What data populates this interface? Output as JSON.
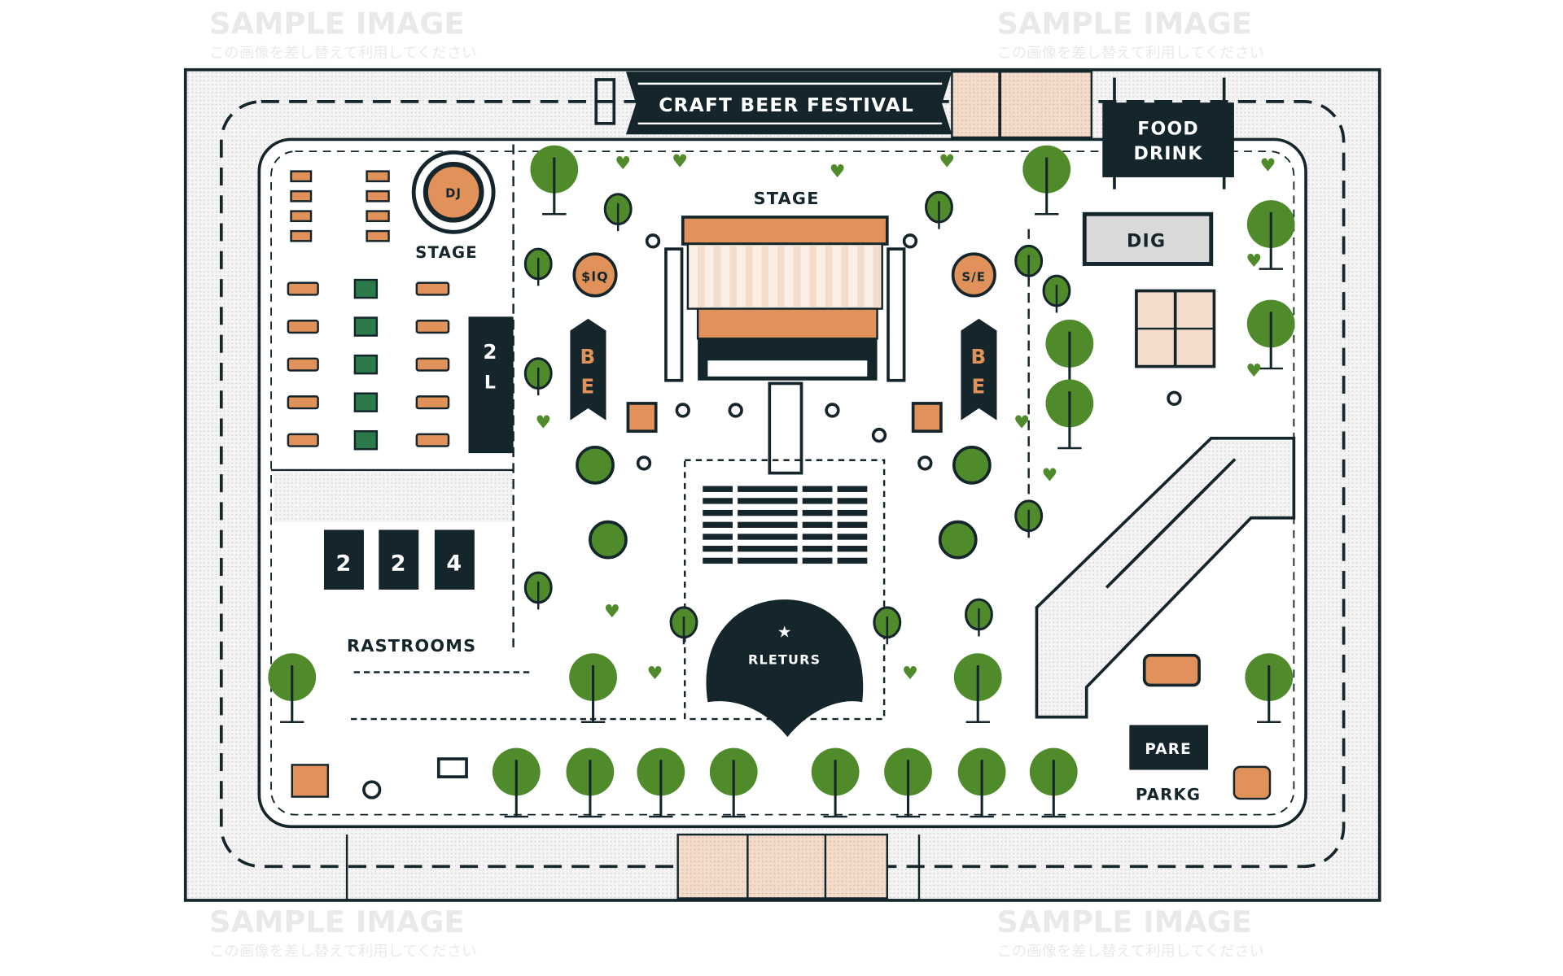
{
  "map": {
    "title": "CRAFT BEER FESTIVAL",
    "food_sign": {
      "line1": "FOOD",
      "line2": "DRINK"
    },
    "main_stage_label": "STAGE",
    "side_stage_label": "STAGE",
    "side_stage_badge": "DJ",
    "dig_sign": "DIG",
    "vertical_sign": {
      "line1": "2",
      "line2": "L"
    },
    "banner_left": {
      "line1": "B",
      "line2": "E"
    },
    "banner_right": {
      "line1": "B",
      "line2": "E"
    },
    "badge_left": "$lQ",
    "badge_right": "S/E",
    "restroom_numbers": [
      "2",
      "2",
      "4"
    ],
    "restrooms_label": "RASTROOMS",
    "center_dome_label": "RLETURS",
    "parking_box_label": "PARE",
    "parking_label": "PARKG"
  },
  "watermark": {
    "text": "SAMPLE IMAGE",
    "subtext": "この画像を差し替えて利用してください"
  },
  "colors": {
    "dark": "#14252b",
    "green": "#4f8a2b",
    "orange": "#e0925a",
    "peach": "#f3dccb",
    "gray": "#d9d9d9"
  }
}
